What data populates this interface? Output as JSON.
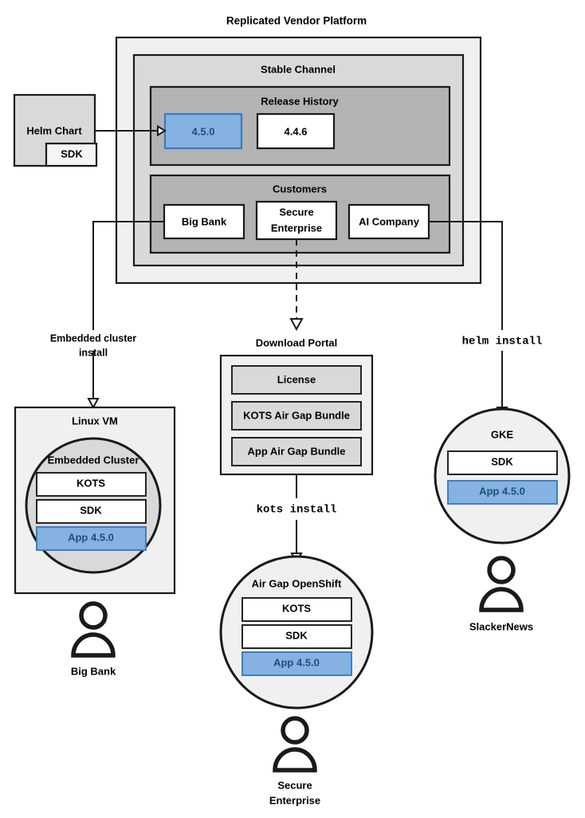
{
  "diagram": {
    "title": "Replicated Vendor Platform",
    "colors": {
      "accent_blue_fill": "#85B2E0",
      "accent_blue_stroke": "#3a7ac0",
      "accent_blue_text": "#1f4e79",
      "outer_panel": "#f0f0f0",
      "channel_panel": "#d9d9d9",
      "inner_panel": "#b3b3b3",
      "white": "#ffffff",
      "stroke": "#1a1a1a"
    },
    "platform": {
      "label": "Replicated Vendor Platform",
      "channel": {
        "label": "Stable Channel",
        "release_history": {
          "label": "Release History",
          "releases": [
            {
              "version": "4.5.0",
              "highlighted": true
            },
            {
              "version": "4.4.6",
              "highlighted": false
            }
          ]
        },
        "customers": {
          "label": "Customers",
          "items": [
            {
              "name": "Big Bank"
            },
            {
              "name": "Secure\nEnterprise",
              "line1": "Secure",
              "line2": "Enterprise"
            },
            {
              "name": "AI Company"
            }
          ]
        }
      }
    },
    "helm_chart": {
      "label": "Helm Chart",
      "sub_label": "SDK"
    },
    "edges": [
      {
        "id": "helm-to-release",
        "label": "",
        "style": "solid",
        "arrow": "open"
      },
      {
        "id": "bigbank-to-linuxvm",
        "label": "Embedded cluster install",
        "label_line1": "Embedded cluster",
        "label_line2": "install",
        "style": "solid",
        "arrow": "open"
      },
      {
        "id": "secure-to-portal",
        "label": "",
        "style": "dashed",
        "arrow": "open"
      },
      {
        "id": "portal-to-openshift",
        "label": "kots install",
        "style": "solid",
        "arrow": "open",
        "mono": true
      },
      {
        "id": "ai-to-gke",
        "label": "helm install",
        "style": "solid",
        "arrow": "open",
        "mono": true
      }
    ],
    "targets": [
      {
        "id": "linux-vm",
        "title": "Linux VM",
        "shape": "rect",
        "inner": {
          "title": "Embedded Cluster",
          "shape": "circle",
          "components": [
            {
              "label": "KOTS",
              "highlighted": false
            },
            {
              "label": "SDK",
              "highlighted": false
            },
            {
              "label": "App 4.5.0",
              "highlighted": true
            }
          ]
        },
        "persona": "Big Bank",
        "persona_line1": "Big Bank",
        "persona_line2": ""
      },
      {
        "id": "air-gap-openshift",
        "title": "Air Gap OpenShift",
        "shape": "circle",
        "components": [
          {
            "label": "KOTS",
            "highlighted": false
          },
          {
            "label": "SDK",
            "highlighted": false
          },
          {
            "label": "App 4.5.0",
            "highlighted": true
          }
        ],
        "persona": "Secure Enterprise",
        "persona_line1": "Secure",
        "persona_line2": "Enterprise"
      },
      {
        "id": "gke",
        "title": "GKE",
        "shape": "circle",
        "components": [
          {
            "label": "SDK",
            "highlighted": false
          },
          {
            "label": "App 4.5.0",
            "highlighted": true
          }
        ],
        "persona": "SlackerNews",
        "persona_line1": "SlackerNews",
        "persona_line2": ""
      }
    ],
    "download_portal": {
      "title": "Download Portal",
      "artifacts": [
        {
          "label": "License"
        },
        {
          "label": "KOTS Air Gap Bundle"
        },
        {
          "label": "App Air Gap Bundle"
        }
      ]
    }
  }
}
